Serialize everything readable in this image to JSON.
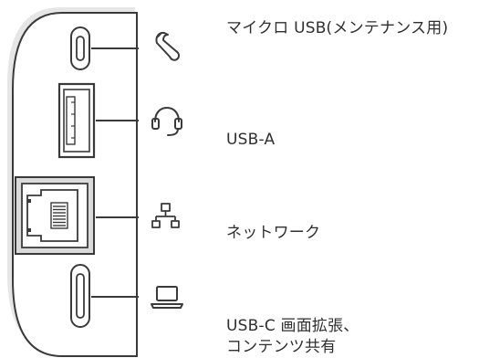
{
  "ports": [
    {
      "id": "micro-usb",
      "icon": "wrench-icon",
      "label_lines": [
        "マイクロ USB(メンテナンス用)"
      ]
    },
    {
      "id": "usb-a",
      "icon": "headset-icon",
      "label_lines": [
        "USB-A"
      ]
    },
    {
      "id": "network",
      "icon": "network-icon",
      "label_lines": [
        "ネットワーク"
      ]
    },
    {
      "id": "usb-c",
      "icon": "laptop-icon",
      "label_lines": [
        "USB-C 画面拡張、",
        "コンテンツ共有"
      ]
    }
  ],
  "colors": {
    "stroke": "#3a3a3a",
    "text": "#2f2f2f",
    "device_fill": "#ffffff",
    "device_shadow": "#e4e4e4"
  }
}
